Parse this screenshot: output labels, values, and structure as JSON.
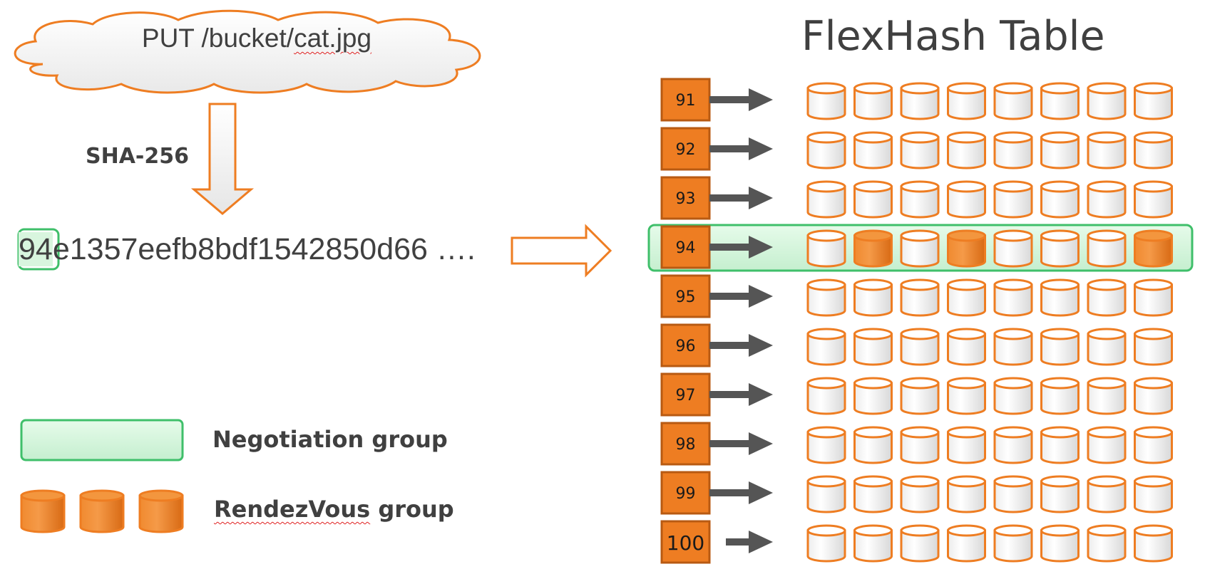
{
  "request": {
    "method_path": "PUT /bucket/",
    "file_name": "cat.jpg"
  },
  "hash": {
    "algorithm_label": "SHA-256",
    "prefix": "94",
    "rest": "e1357eefb8bdf1542850d66 …."
  },
  "table": {
    "title": "FlexHash Table",
    "rows": [
      {
        "id": "91",
        "devices": [
          0,
          0,
          0,
          0,
          0,
          0,
          0,
          0
        ]
      },
      {
        "id": "92",
        "devices": [
          0,
          0,
          0,
          0,
          0,
          0,
          0,
          0
        ]
      },
      {
        "id": "93",
        "devices": [
          0,
          0,
          0,
          0,
          0,
          0,
          0,
          0
        ]
      },
      {
        "id": "94",
        "devices": [
          0,
          1,
          0,
          1,
          0,
          0,
          0,
          1
        ],
        "negotiation": true
      },
      {
        "id": "95",
        "devices": [
          0,
          0,
          0,
          0,
          0,
          0,
          0,
          0
        ]
      },
      {
        "id": "96",
        "devices": [
          0,
          0,
          0,
          0,
          0,
          0,
          0,
          0
        ]
      },
      {
        "id": "97",
        "devices": [
          0,
          0,
          0,
          0,
          0,
          0,
          0,
          0
        ]
      },
      {
        "id": "98",
        "devices": [
          0,
          0,
          0,
          0,
          0,
          0,
          0,
          0
        ]
      },
      {
        "id": "99",
        "devices": [
          0,
          0,
          0,
          0,
          0,
          0,
          0,
          0
        ]
      },
      {
        "id": "100",
        "devices": [
          0,
          0,
          0,
          0,
          0,
          0,
          0,
          0
        ]
      }
    ]
  },
  "legend": {
    "negotiation_label": "Negotiation group",
    "rendezvous_label_a": "RendezVous",
    "rendezvous_label_b": " group"
  },
  "colors": {
    "orange": "#ee7d22",
    "orange_dark": "#b85a12",
    "green_fill": "#d5f5dc",
    "green_border": "#3fbf6a",
    "arrow_gray": "#555555",
    "text": "#404040"
  }
}
